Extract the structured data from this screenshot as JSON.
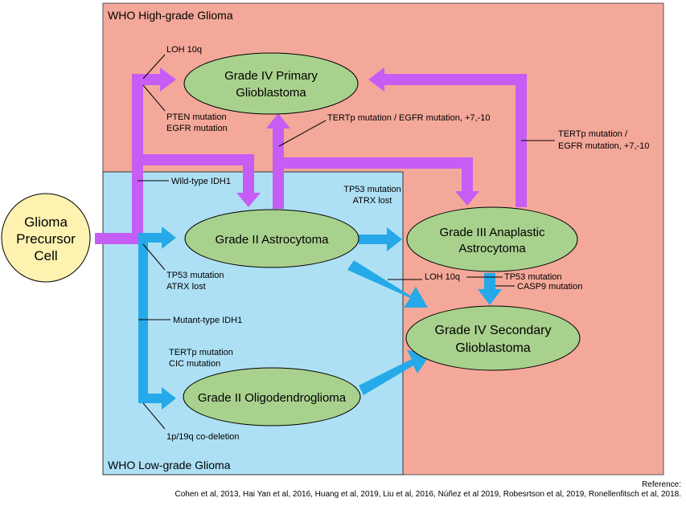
{
  "regions": {
    "high_grade": "WHO High-grade Glioma",
    "low_grade": "WHO Low-grade Glioma"
  },
  "nodes": {
    "precursor": [
      "Glioma",
      "Precursor",
      "Cell"
    ],
    "gbm_primary": [
      "Grade IV Primary",
      "Glioblastoma"
    ],
    "astro2": [
      "Grade II Astrocytoma"
    ],
    "astro3": [
      "Grade III Anaplastic",
      "Astrocytoma"
    ],
    "gbm_secondary": [
      "Grade IV Secondary",
      "Glioblastoma"
    ],
    "oligo2": [
      "Grade II Oligodendroglioma"
    ]
  },
  "labels": {
    "loh10q_top": "LOH 10q",
    "pten_egfr": [
      "PTEN mutation",
      "EGFR mutation"
    ],
    "tertp_egfr_mid": "TERTp mutation /  EGFR mutation, +7,-10",
    "tertp_egfr_right": [
      "TERTp mutation /",
      "EGFR mutation, +7,-10"
    ],
    "wildtype_idh1": "Wild-type IDH1",
    "tp53_atrx_top": [
      "TP53 mutation",
      "ATRX lost"
    ],
    "tp53_atrx_left": [
      "TP53 mutation",
      "ATRX lost"
    ],
    "loh10q_mid": "LOH 10q",
    "tp53_casp9": [
      "TP53 mutation",
      "CASP9 mutation"
    ],
    "mutant_idh1": "Mutant-type IDH1",
    "tertp_cic": [
      "TERTp mutation",
      "CIC mutation"
    ],
    "codeletion": "1p/19q co-deletion"
  },
  "reference": {
    "heading": "Reference:",
    "citations": "Cohen et al, 2013, Hai Yan et al,  2016, Huang et al, 2019, Liu et al, 2016, Núñez et al 2019, Robesrtson et al, 2019, Ronellenfitsch et al, 2018."
  },
  "colors": {
    "high_grade_bg": "#f4a89a",
    "low_grade_bg": "#aee0f5",
    "node_fill": "#a9d18e",
    "precursor_fill": "#fff2b0",
    "wildtype_arrow": "#c65df5",
    "mutant_arrow": "#25a9e8"
  },
  "icons": {
    "arrows": "thick-block-arrow"
  }
}
